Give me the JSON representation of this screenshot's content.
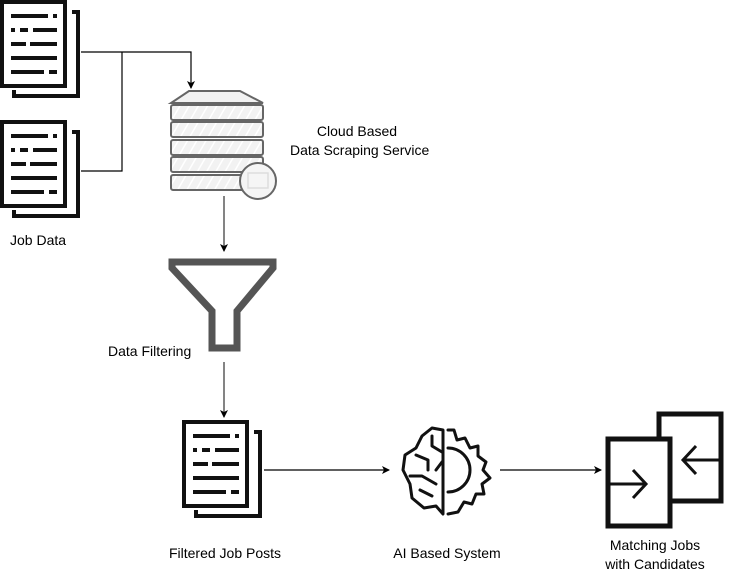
{
  "nodes": {
    "job_data": {
      "label": "Job Data",
      "icon": "document-stack-icon"
    },
    "scraping": {
      "label_line1": "Cloud Based",
      "label_line2": "Data Scraping Service",
      "icon": "server-database-icon"
    },
    "filtering": {
      "label": "Data Filtering",
      "icon": "funnel-icon"
    },
    "filtered_posts": {
      "label": "Filtered Job Posts",
      "icon": "document-stack-icon"
    },
    "ai_system": {
      "label": "AI Based System",
      "icon": "brain-gear-icon"
    },
    "matching": {
      "label_line1": "Matching Jobs",
      "label_line2": "with Candidates",
      "icon": "exchange-arrows-icon"
    }
  },
  "edges": [
    [
      "job_data",
      "scraping"
    ],
    [
      "scraping",
      "filtering"
    ],
    [
      "filtering",
      "filtered_posts"
    ],
    [
      "filtered_posts",
      "ai_system"
    ],
    [
      "ai_system",
      "matching"
    ]
  ],
  "colors": {
    "line": "#000000",
    "icon": "#111111",
    "server": "#666666",
    "funnel": "#555555"
  }
}
